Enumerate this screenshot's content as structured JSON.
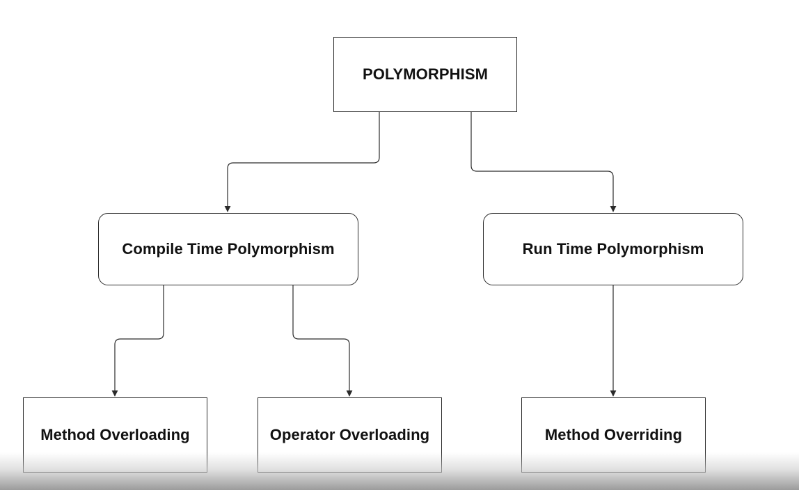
{
  "diagram": {
    "root": {
      "label": "POLYMORPHISM"
    },
    "compile_time": {
      "label": "Compile Time Polymorphism"
    },
    "run_time": {
      "label": "Run Time Polymorphism"
    },
    "method_overloading": {
      "label": "Method Overloading"
    },
    "operator_overloading": {
      "label": "Operator Overloading"
    },
    "method_overriding": {
      "label": "Method Overriding"
    }
  },
  "colors": {
    "line": "#2b2b2b",
    "box_border": "#2b2b2b",
    "text": "#111111",
    "background": "#ffffff"
  }
}
